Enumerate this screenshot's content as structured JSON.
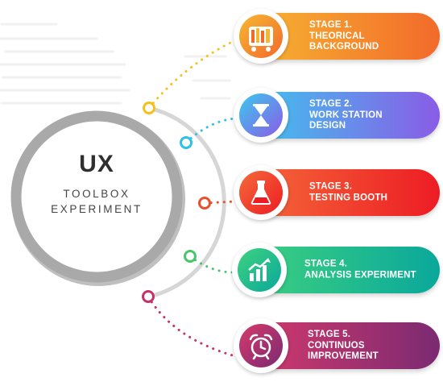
{
  "center": {
    "title": "UX",
    "subtitle": "TOOLBOX\nEXPERIMENT"
  },
  "stages": [
    {
      "label": "STAGE 1.\nTHEORICAL\nBACKGROUND",
      "icon": "books-icon",
      "color_start": "#f7b733",
      "color_end": "#f26a2a",
      "node_color": "#f4c01c"
    },
    {
      "label": "STAGE 2.\nWORK STATION\nDESIGN",
      "icon": "hourglass-icon",
      "color_start": "#3cc8ee",
      "color_end": "#8a5ce6",
      "node_color": "#2ec0e6"
    },
    {
      "label": "STAGE 3.\nTESTING BOOTH",
      "icon": "flask-icon",
      "color_start": "#f46b3a",
      "color_end": "#ed1c24",
      "node_color": "#e8502c"
    },
    {
      "label": "STAGE 4.\nANALYSIS EXPERIMENT",
      "icon": "growth-chart-icon",
      "color_start": "#3fd27f",
      "color_end": "#0aa89b",
      "node_color": "#48c46e"
    },
    {
      "label": "STAGE 5.\nCONTINUOS\nIMPROVEMENT",
      "icon": "alarm-clock-icon",
      "color_start": "#d63a6b",
      "color_end": "#7b2a72",
      "node_color": "#c8306a"
    }
  ]
}
